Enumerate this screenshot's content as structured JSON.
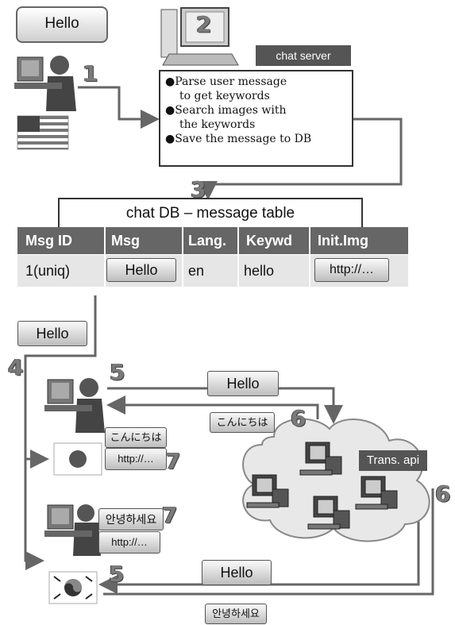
{
  "bubble": {
    "text": "Hello"
  },
  "steps": {
    "s1": "1",
    "s2": "2",
    "s3": "3",
    "s4": "4",
    "s5a": "5",
    "s5b": "5",
    "s6a": "6",
    "s6b": "6",
    "s7a": "7",
    "s7b": "7"
  },
  "server": {
    "label": "chat server",
    "items": [
      "●Parse  user message",
      "  to get keywords",
      "●Search images with",
      "  the keywords",
      "●Save the message to DB"
    ]
  },
  "db": {
    "title": "chat DB – message table",
    "headers": [
      "Msg ID",
      "Msg",
      "Lang.",
      "Keywd",
      "Init.Img"
    ],
    "row": [
      "1(uniq)",
      "Hello",
      "en",
      "hello",
      "http://…"
    ]
  },
  "labels": {
    "hello_left": "Hello",
    "hello_top": "Hello",
    "konnichiwa_mid": "こんにちは",
    "konnichiwa_user": "こんにちは",
    "url_jp": "http://…",
    "annyeong_user": "안녕하세요",
    "url_kr": "http://…",
    "hello_bottom": "Hello",
    "annyeong_bottom": "안녕하세요",
    "trans_api": "Trans. api"
  },
  "colors": {
    "arrow": "#666666",
    "header": "#666666",
    "row": "#e6e6e6"
  }
}
